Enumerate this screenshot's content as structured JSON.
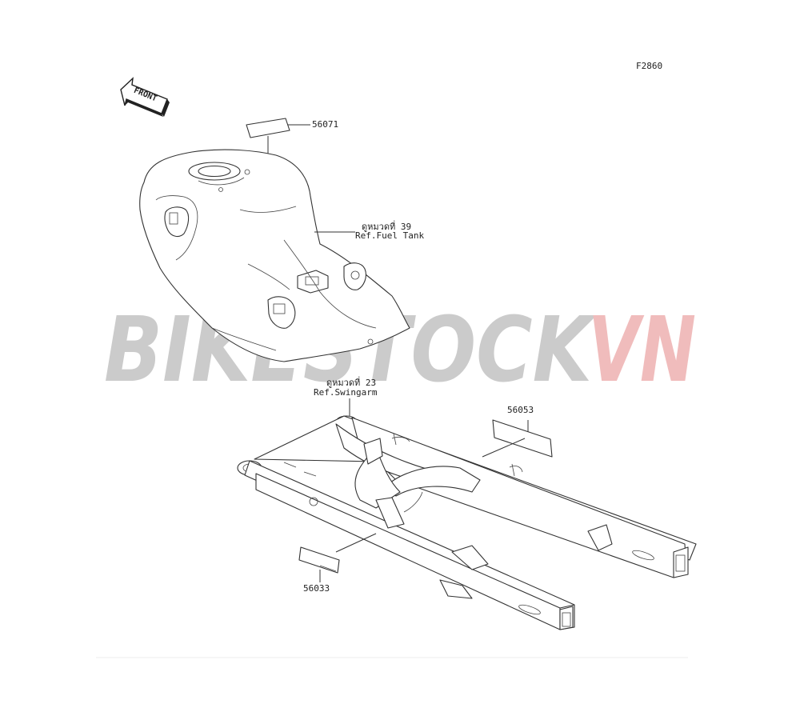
{
  "figure_code": "F2860",
  "front_arrow_label": "FRONT",
  "watermark": {
    "part1": "BIKESTOCK",
    "part2": "VN",
    "color1": "#c9c9c9",
    "color2": "#f0b9b9"
  },
  "callouts": {
    "tank_label_part": "56071",
    "fuel_tank_ref_line1": "ดูหมวดที่ 39",
    "fuel_tank_ref_line2": "Ref.Fuel Tank",
    "swingarm_ref_line1": "ดูหมวดที่ 23",
    "swingarm_ref_line2": "Ref.Swingarm",
    "swingarm_label_part": "56053",
    "swingarm_small_label_part": "56033"
  }
}
